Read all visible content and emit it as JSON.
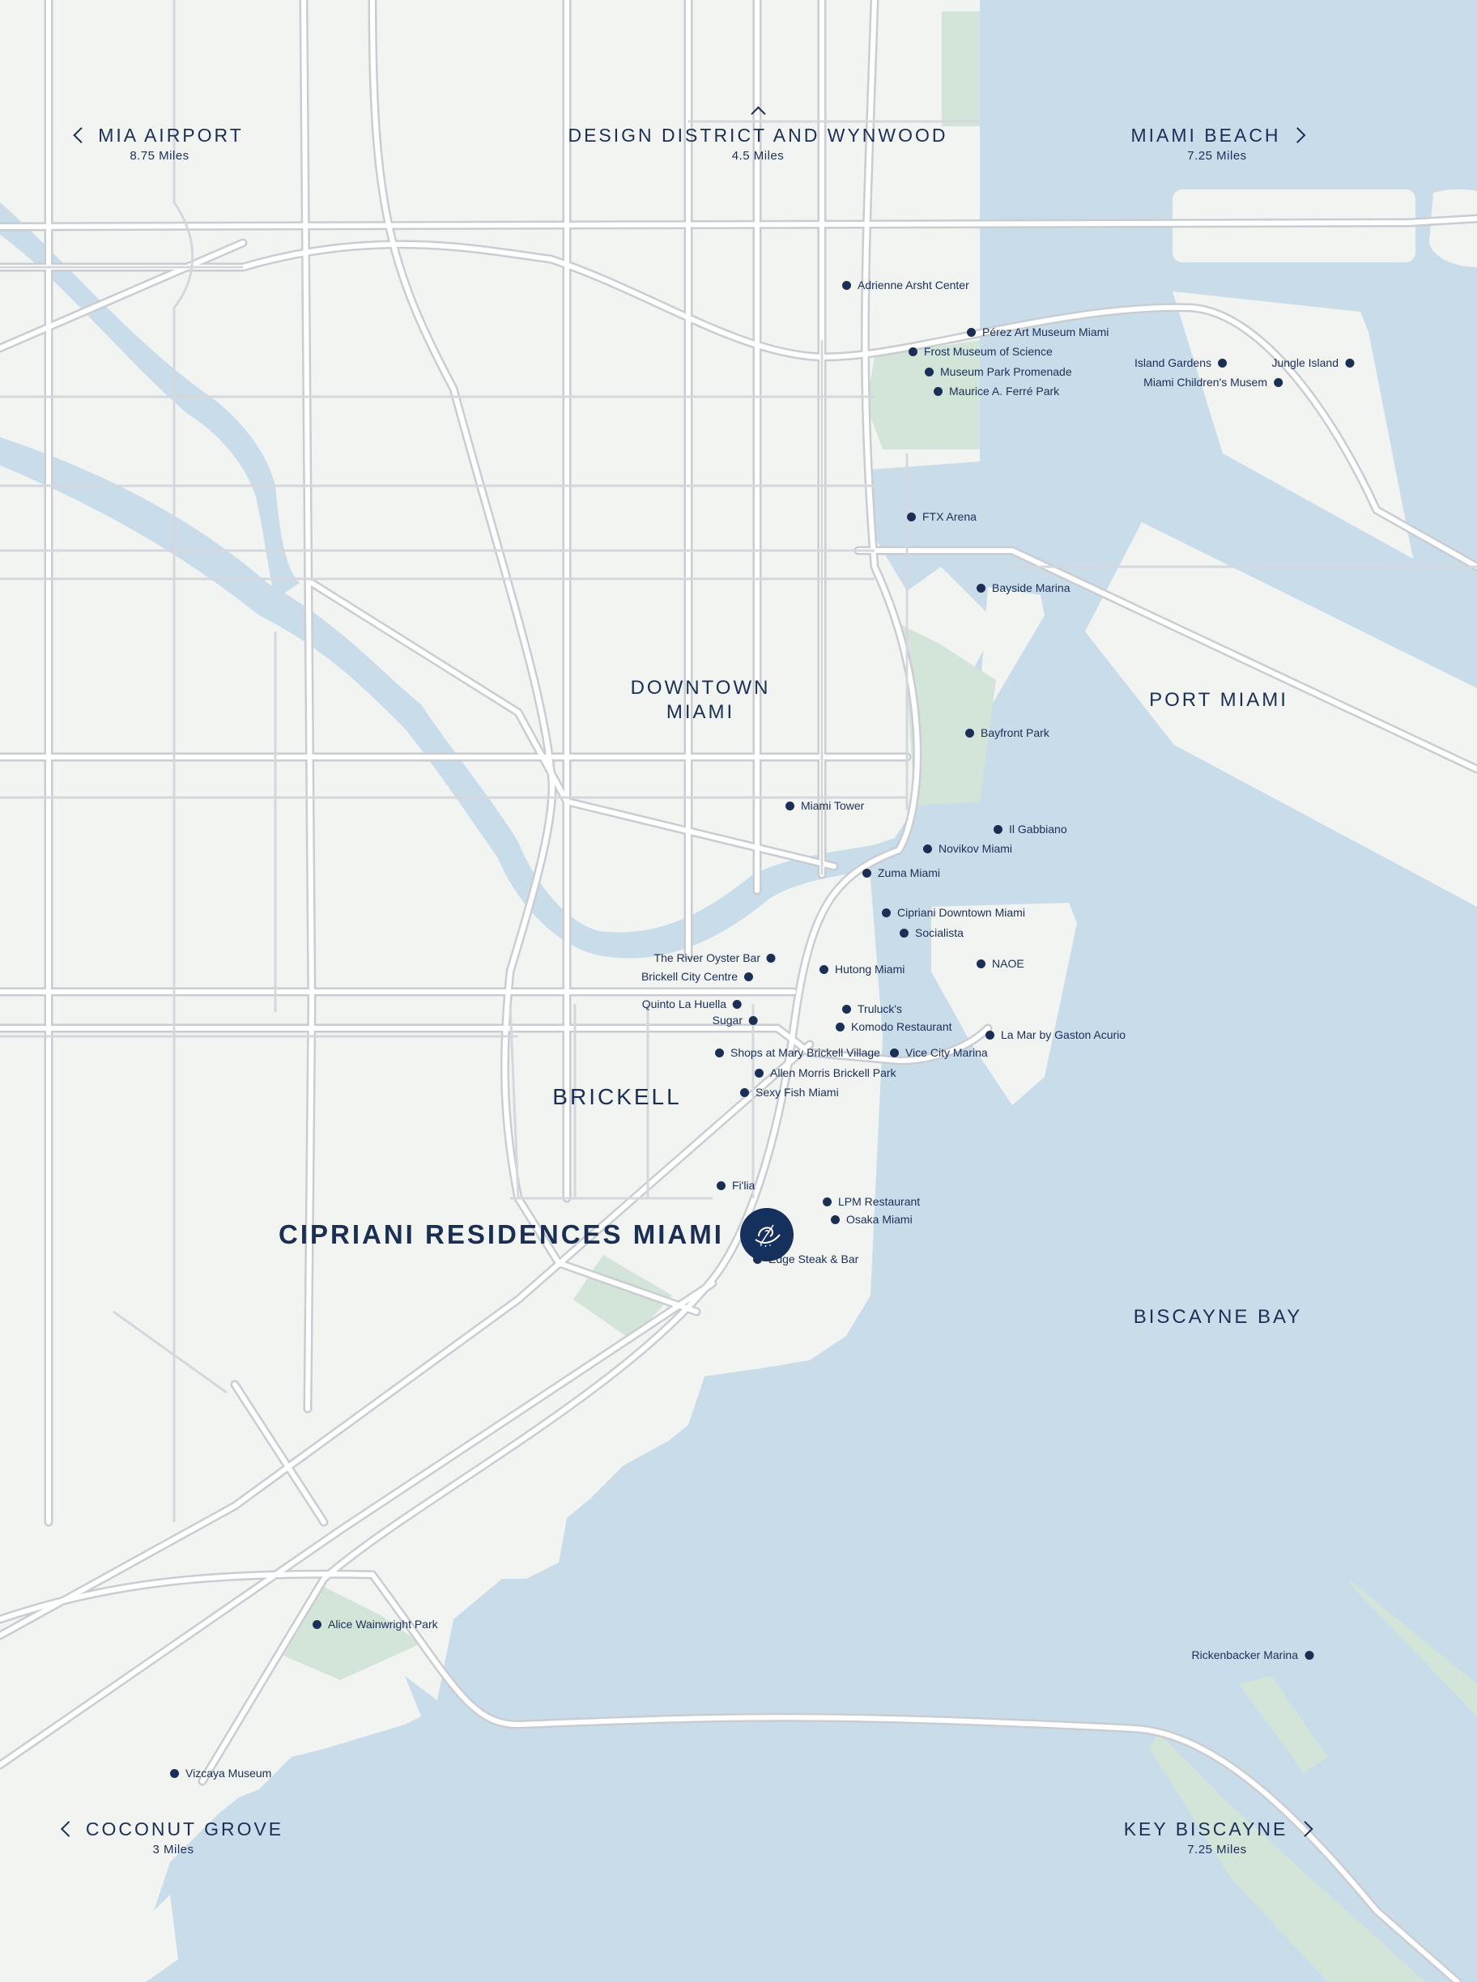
{
  "colors": {
    "water": "#c9dcea",
    "land": "#f2f4f2",
    "park": "#d3e4d9",
    "road_fill": "#ffffff",
    "road_edge": "#c9cdd2",
    "text": "#1b2f55"
  },
  "destinations": [
    {
      "id": "mia-airport",
      "name": "MIA AIRPORT",
      "distance": "8.75 Miles",
      "arrow": "left"
    },
    {
      "id": "design-district",
      "name": "DESIGN DISTRICT AND WYNWOOD",
      "distance": "4.5 Miles",
      "arrow": "up"
    },
    {
      "id": "miami-beach",
      "name": "MIAMI BEACH",
      "distance": "7.25 Miles",
      "arrow": "right"
    },
    {
      "id": "coconut-grove",
      "name": "COCONUT GROVE",
      "distance": "3 Miles",
      "arrow": "left"
    },
    {
      "id": "key-biscayne",
      "name": "KEY BISCAYNE",
      "distance": "7.25 Miles",
      "arrow": "right"
    }
  ],
  "areas": [
    {
      "id": "downtown-miami",
      "line1": "DOWNTOWN",
      "line2": "MIAMI"
    },
    {
      "id": "port-miami",
      "line1": "PORT MIAMI"
    },
    {
      "id": "brickell",
      "line1": "BRICKELL"
    },
    {
      "id": "biscayne-bay",
      "line1": "BISCAYNE BAY"
    }
  ],
  "featured": {
    "name": "CIPRIANI RESIDENCES MIAMI",
    "logo_icon": "cipriani-gondola-logo-icon"
  },
  "pois": [
    {
      "label": "Adrienne Arsht Center"
    },
    {
      "label": "Pérez Art Museum Miami"
    },
    {
      "label": "Frost Museum of Science"
    },
    {
      "label": "Museum Park Promenade"
    },
    {
      "label": "Maurice A. Ferré Park"
    },
    {
      "label": "Island Gardens"
    },
    {
      "label": "Jungle Island"
    },
    {
      "label": "Miami Children's Musem"
    },
    {
      "label": "FTX Arena"
    },
    {
      "label": "Bayside Marina"
    },
    {
      "label": "Bayfront Park"
    },
    {
      "label": "Miami Tower"
    },
    {
      "label": "Il Gabbiano"
    },
    {
      "label": "Novikov Miami"
    },
    {
      "label": "Zuma Miami"
    },
    {
      "label": "Cipriani Downtown Miami"
    },
    {
      "label": "Socialista"
    },
    {
      "label": "The River Oyster Bar"
    },
    {
      "label": "Hutong Miami"
    },
    {
      "label": "NAOE"
    },
    {
      "label": "Brickell City Centre"
    },
    {
      "label": "Quinto La Huella"
    },
    {
      "label": "Truluck's"
    },
    {
      "label": "Sugar"
    },
    {
      "label": "Komodo Restaurant"
    },
    {
      "label": "La Mar by Gaston Acurio"
    },
    {
      "label": "Shops at Mary Brickell Village"
    },
    {
      "label": "Vice City Marina"
    },
    {
      "label": "Allen Morris Brickell Park"
    },
    {
      "label": "Sexy Fish Miami"
    },
    {
      "label": "Fi'lia"
    },
    {
      "label": "LPM Restaurant"
    },
    {
      "label": "Osaka Miami"
    },
    {
      "label": "Edge Steak & Bar"
    },
    {
      "label": "Alice Wainwright Park"
    },
    {
      "label": "Rickenbacker Marina"
    },
    {
      "label": "Vizcaya Museum"
    }
  ]
}
